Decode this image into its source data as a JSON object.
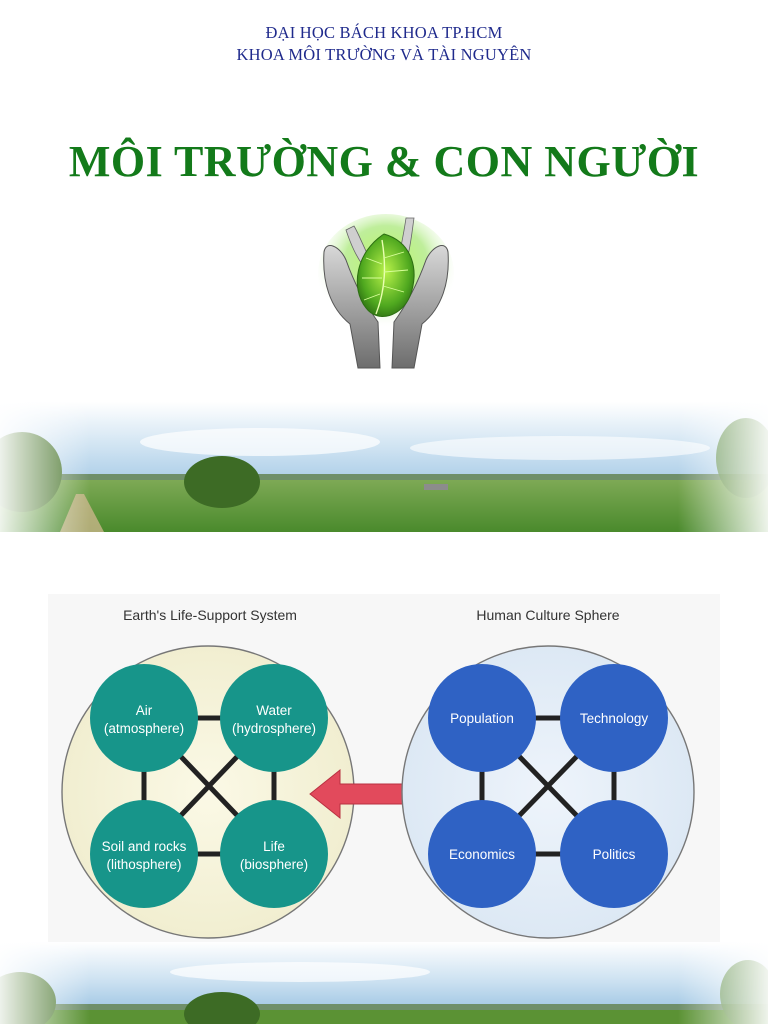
{
  "slide1": {
    "header_line1": "ĐẠI HỌC BÁCH KHOA TP.HCM",
    "header_line2": "KHOA MÔI TRƯỜNG VÀ TÀI NGUYÊN",
    "title": "MÔI TRƯỜNG & CON NGƯỜI"
  },
  "diagram": {
    "left": {
      "title": "Earth's Life-Support System",
      "nodes": [
        {
          "line1": "Air",
          "line2": "(atmosphere)"
        },
        {
          "line1": "Water",
          "line2": "(hydrosphere)"
        },
        {
          "line1": "Soil and rocks",
          "line2": "(lithosphere)"
        },
        {
          "line1": "Life",
          "line2": "(biosphere)"
        }
      ]
    },
    "right": {
      "title": "Human Culture Sphere",
      "nodes": [
        {
          "line1": "Population"
        },
        {
          "line1": "Technology"
        },
        {
          "line1": "Economics"
        },
        {
          "line1": "Politics"
        }
      ]
    }
  },
  "colors": {
    "header_text": "#1f2a8c",
    "title_green": "#137a1a",
    "earth_node": "#17958a",
    "human_node": "#2f62c4",
    "arrow": "#e24a5c",
    "earth_bg": "#f5f2d6",
    "human_bg": "#e3edf7"
  }
}
